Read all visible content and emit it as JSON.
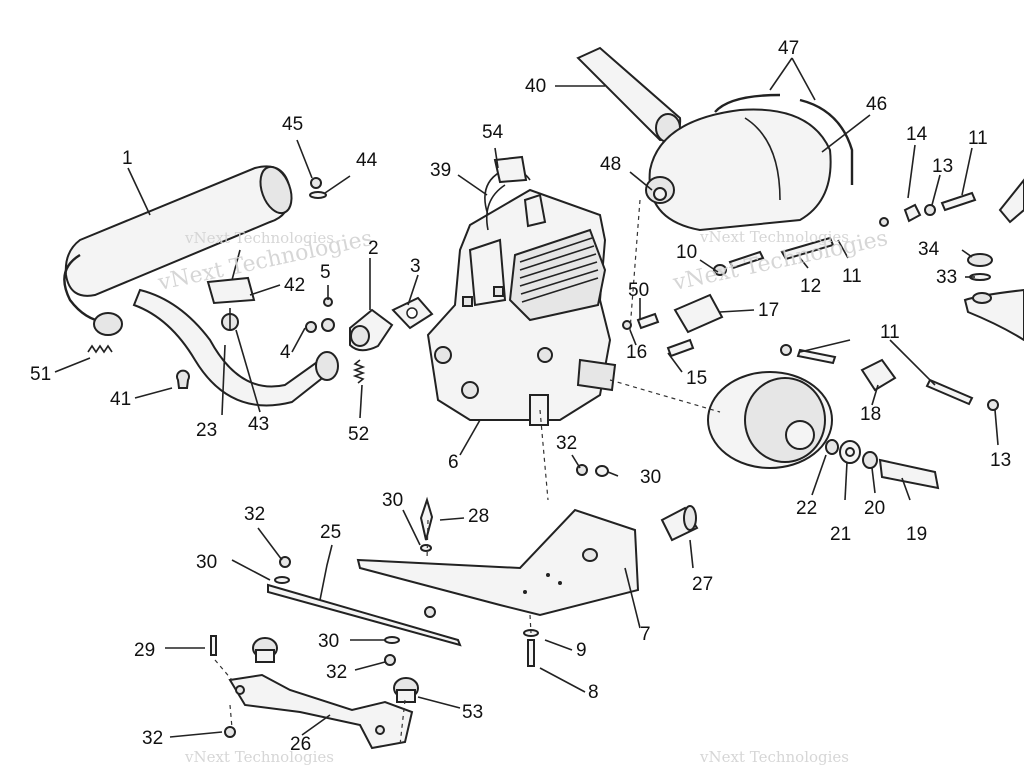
{
  "watermark": "vNext Technologies",
  "callouts": [
    {
      "id": "c1",
      "text": "1"
    },
    {
      "id": "c2",
      "text": "2"
    },
    {
      "id": "c3",
      "text": "3"
    },
    {
      "id": "c4",
      "text": "4"
    },
    {
      "id": "c5",
      "text": "5"
    },
    {
      "id": "c6",
      "text": "6"
    },
    {
      "id": "c7",
      "text": "7"
    },
    {
      "id": "c8",
      "text": "8"
    },
    {
      "id": "c9",
      "text": "9"
    },
    {
      "id": "c10",
      "text": "10"
    },
    {
      "id": "c11a",
      "text": "11"
    },
    {
      "id": "c11b",
      "text": "11"
    },
    {
      "id": "c11c",
      "text": "11"
    },
    {
      "id": "c12",
      "text": "12"
    },
    {
      "id": "c13a",
      "text": "13"
    },
    {
      "id": "c13b",
      "text": "13"
    },
    {
      "id": "c14",
      "text": "14"
    },
    {
      "id": "c15",
      "text": "15"
    },
    {
      "id": "c16",
      "text": "16"
    },
    {
      "id": "c17",
      "text": "17"
    },
    {
      "id": "c18",
      "text": "18"
    },
    {
      "id": "c19",
      "text": "19"
    },
    {
      "id": "c20",
      "text": "20"
    },
    {
      "id": "c21",
      "text": "21"
    },
    {
      "id": "c22",
      "text": "22"
    },
    {
      "id": "c23",
      "text": "23"
    },
    {
      "id": "c25",
      "text": "25"
    },
    {
      "id": "c26",
      "text": "26"
    },
    {
      "id": "c27",
      "text": "27"
    },
    {
      "id": "c28",
      "text": "28"
    },
    {
      "id": "c29",
      "text": "29"
    },
    {
      "id": "c30a",
      "text": "30"
    },
    {
      "id": "c30b",
      "text": "30"
    },
    {
      "id": "c30c",
      "text": "30"
    },
    {
      "id": "c30d",
      "text": "30"
    },
    {
      "id": "c32a",
      "text": "32"
    },
    {
      "id": "c32b",
      "text": "32"
    },
    {
      "id": "c32c",
      "text": "32"
    },
    {
      "id": "c32d",
      "text": "32"
    },
    {
      "id": "c33",
      "text": "33"
    },
    {
      "id": "c34",
      "text": "34"
    },
    {
      "id": "c39",
      "text": "39"
    },
    {
      "id": "c40",
      "text": "40"
    },
    {
      "id": "c41",
      "text": "41"
    },
    {
      "id": "c42",
      "text": "42"
    },
    {
      "id": "c43",
      "text": "43"
    },
    {
      "id": "c44",
      "text": "44"
    },
    {
      "id": "c45",
      "text": "45"
    },
    {
      "id": "c46",
      "text": "46"
    },
    {
      "id": "c47",
      "text": "47"
    },
    {
      "id": "c48",
      "text": "48"
    },
    {
      "id": "c50",
      "text": "50"
    },
    {
      "id": "c51",
      "text": "51"
    },
    {
      "id": "c52",
      "text": "52"
    },
    {
      "id": "c53",
      "text": "53"
    },
    {
      "id": "c54",
      "text": "54"
    }
  ]
}
